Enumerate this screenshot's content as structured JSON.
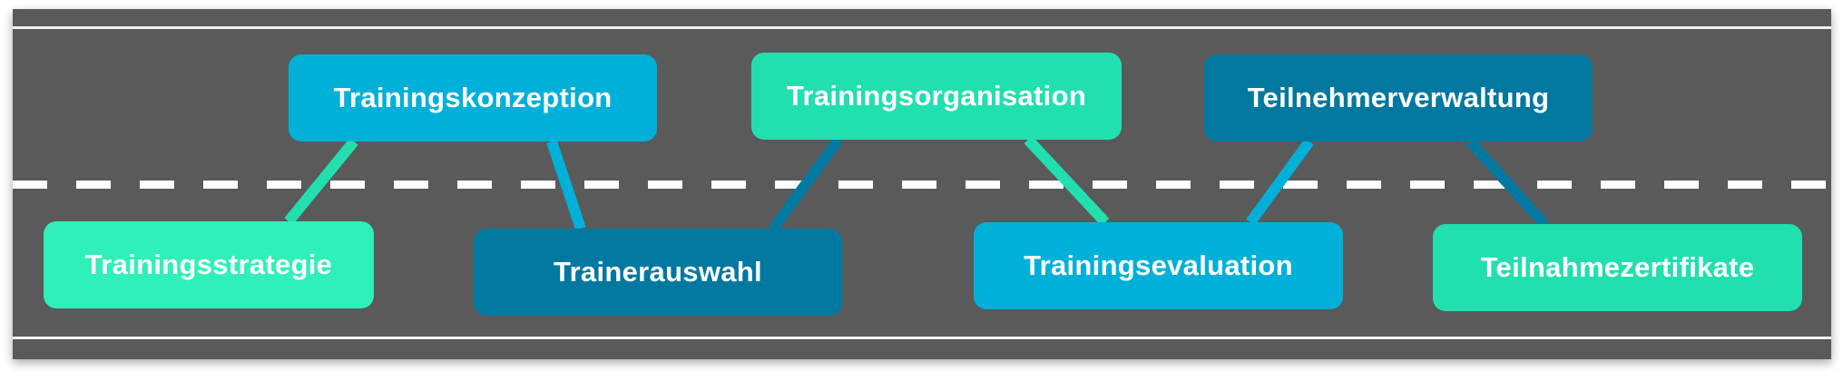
{
  "colors": {
    "road": "#5a5a5a",
    "lane_marking": "#ffffff",
    "cyan": "#00b0d8",
    "mint": "#22dfb0",
    "teal": "#0078a0"
  },
  "milestones": {
    "top": [
      {
        "label": "Trainingskonzeption",
        "color": "#00b0d8",
        "connector_color": "#22dfb0"
      },
      {
        "label": "Trainingsorganisation",
        "color": "#22dfb0",
        "connector_color": "#0078a0"
      },
      {
        "label": "Teilnehmerverwaltung",
        "color": "#0078a0",
        "connector_color": "#00b0d8"
      }
    ],
    "bottom": [
      {
        "label": "Trainingsstrategie",
        "color": "#2ef0b8"
      },
      {
        "label": "Trainerauswahl",
        "color": "#0078a0"
      },
      {
        "label": "Trainingsevaluation",
        "color": "#00b0d8"
      },
      {
        "label": "Teilnahmezertifikate",
        "color": "#22dfb0"
      }
    ]
  }
}
